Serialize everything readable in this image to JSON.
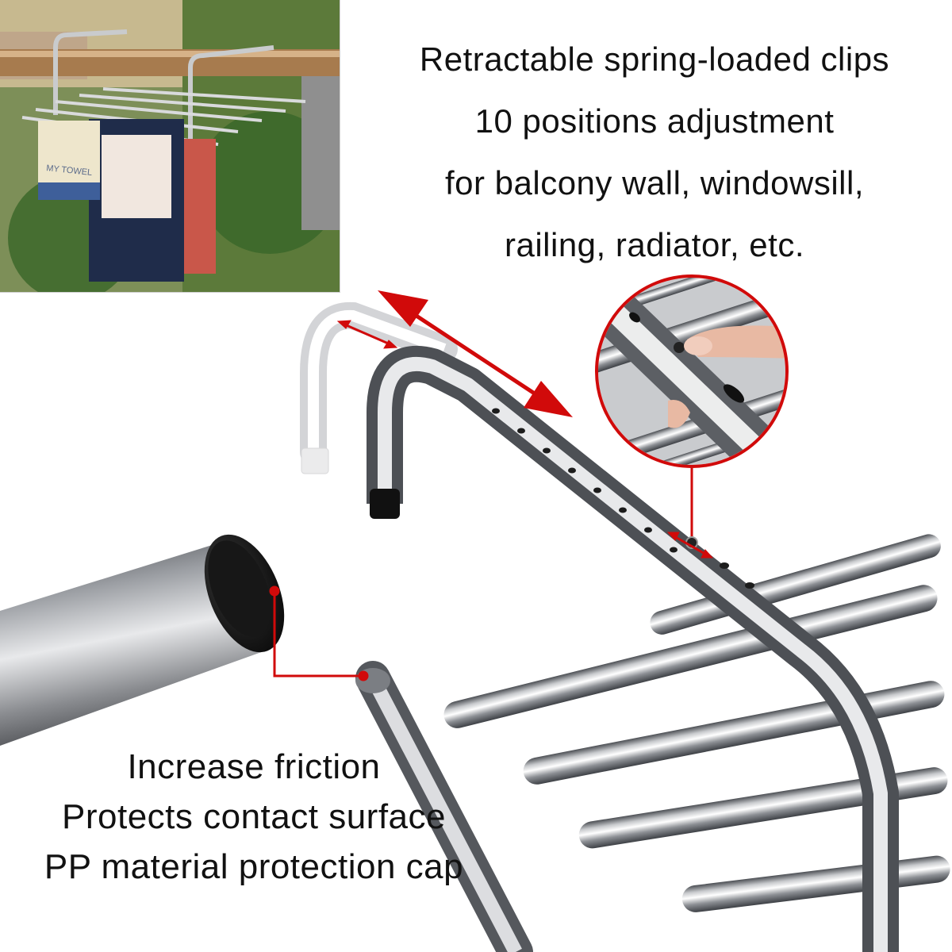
{
  "features_top": {
    "lines": [
      "Retractable spring-loaded clips",
      "10 positions adjustment",
      "for balcony wall, windowsill,",
      "railing, radiator, etc."
    ]
  },
  "features_bottom": {
    "lines": [
      "Increase friction",
      "Protects contact surface",
      "PP material protection cap"
    ]
  },
  "photo": {
    "towel_text": "MY TOWEL"
  },
  "colors": {
    "accent_red": "#d10a0a",
    "steel_dark": "#5a5d62",
    "steel_light": "#e9eaec",
    "cap_black": "#121212",
    "text": "#111111"
  }
}
